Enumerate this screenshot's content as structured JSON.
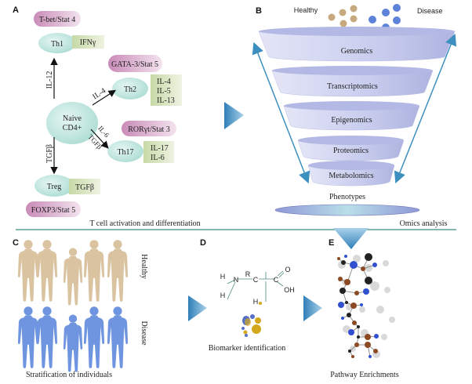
{
  "panels": {
    "a": {
      "letter": "A",
      "naive": [
        "Naive",
        "CD4+"
      ],
      "th1": {
        "cell": "Th1",
        "tf": "T-bet/Stat 4",
        "cytokines": [
          "IFNγ"
        ],
        "signal": "IL-12"
      },
      "th2": {
        "cell": "Th2",
        "tf": "GATA-3/Stat 5",
        "cytokines": [
          "IL-4",
          "IL-5",
          "IL-13"
        ],
        "signal": "IL-4"
      },
      "th17": {
        "cell": "Th17",
        "tf": "RORγt/Stat 3",
        "cytokines": [
          "IL-17",
          "IL-6"
        ],
        "signals": [
          "IL-6",
          "TGFβ"
        ]
      },
      "treg": {
        "cell": "Treg",
        "tf": "FOXP3/Stat 5",
        "cytokines": [
          "TGFβ"
        ],
        "signal": "TGFβ"
      },
      "caption": "T cell activation and differentiation"
    },
    "b": {
      "letter": "B",
      "healthy": "Healthy",
      "disease": "Disease",
      "layers": [
        "Genomics",
        "Transcriptomics",
        "Epigenomics",
        "Proteomics",
        "Metabolomics"
      ],
      "phenotypes": "Phenotypes",
      "caption": "Omics analysis"
    },
    "c": {
      "letter": "C",
      "healthy": "Healthy",
      "disease": "Disease",
      "caption": "Stratification of individuals"
    },
    "d": {
      "letter": "D",
      "atoms": [
        "R",
        "N",
        "C",
        "C",
        "O",
        "OH",
        "H",
        "H",
        "H"
      ],
      "caption": "Biomarker identification"
    },
    "e": {
      "letter": "E",
      "caption": "Pathway Enrichments"
    }
  },
  "colors": {
    "tf_pill": "#d9a6c9",
    "cell": "#bfe6df",
    "cytokine_box": "#d8e6c0",
    "healthy": "#d9c3a0",
    "disease": "#6f95e0",
    "arrow": "#3d8fc0",
    "divider": "#3e8a80"
  }
}
